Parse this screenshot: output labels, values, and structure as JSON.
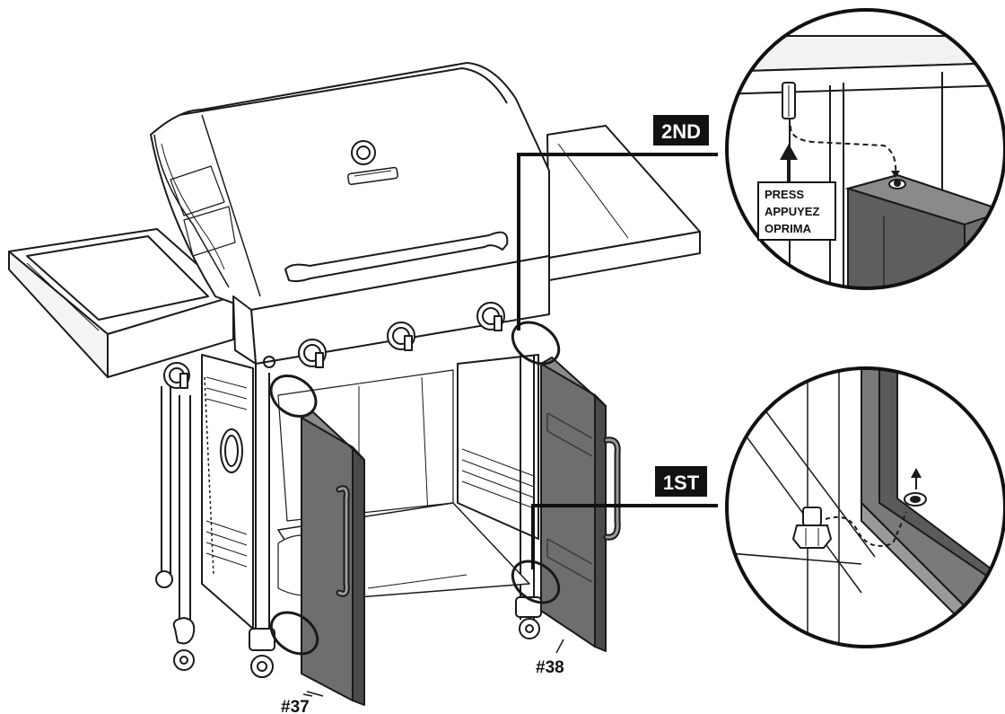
{
  "steps": {
    "first": "1ST",
    "second": "2ND"
  },
  "parts": {
    "left_door": "#37",
    "right_door": "#38"
  },
  "press_box": {
    "line1": "PRESS",
    "line2": "APPUYEZ",
    "line3": "OPRIMA"
  },
  "colors": {
    "line": "#1a1a1a",
    "door_fill": "#6e6e6e",
    "door_edge": "#4a4a4a",
    "tag_bg": "#111111",
    "tag_text": "#ffffff"
  }
}
